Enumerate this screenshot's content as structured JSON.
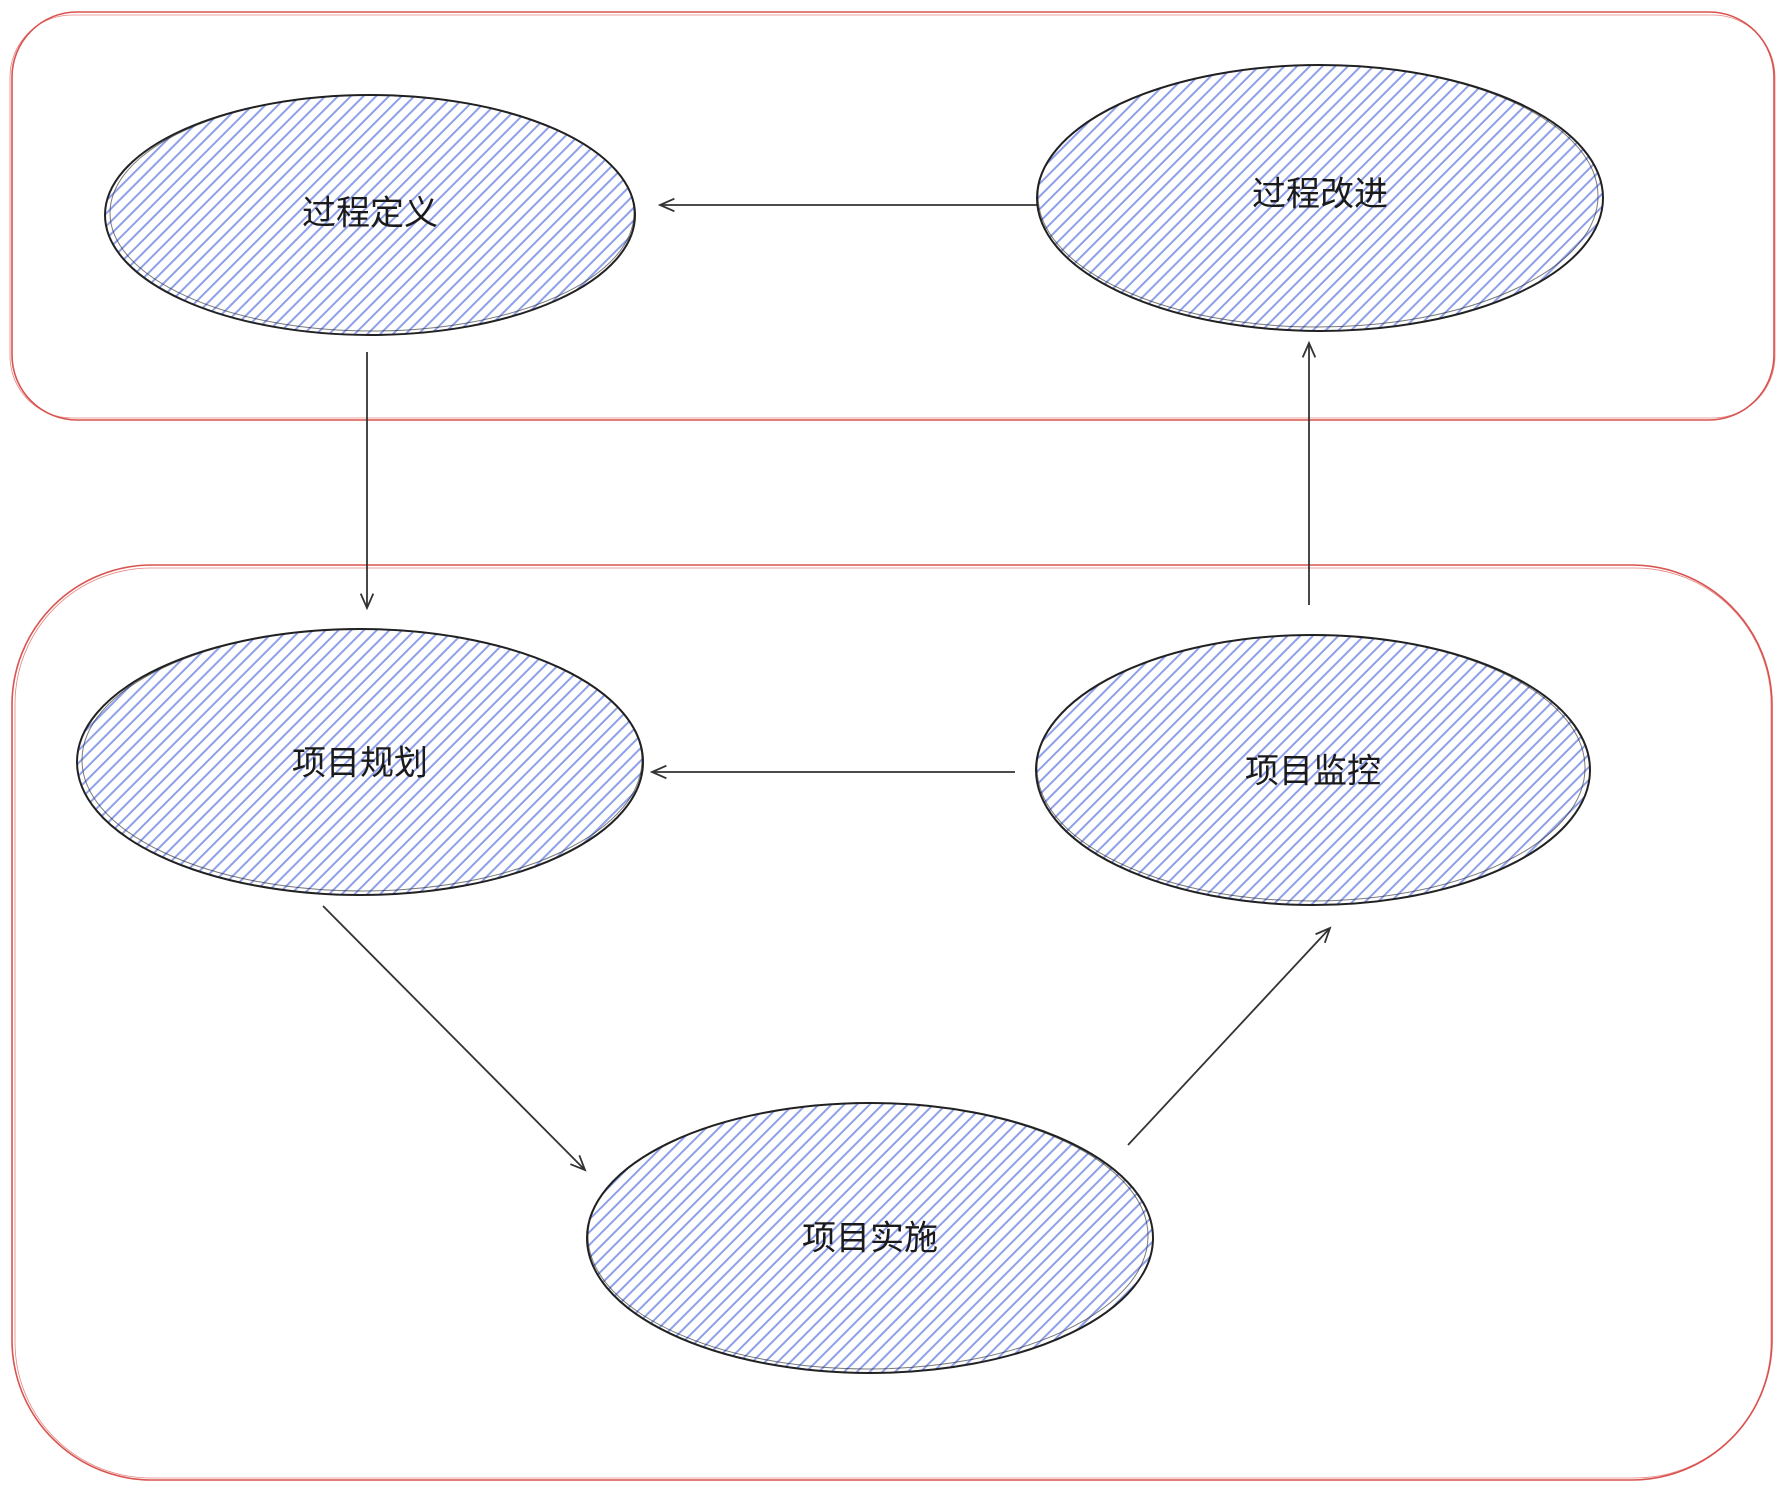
{
  "diagram": {
    "nodes": {
      "process_definition": "过程定义",
      "process_improvement": "过程改进",
      "project_planning": "项目规划",
      "project_monitoring": "项目监控",
      "project_execution": "项目实施"
    },
    "colors": {
      "group_border": "#d9534f",
      "node_fill": "#b8c4f0",
      "node_hatch": "#7f93e6",
      "node_stroke": "#222222",
      "arrow": "#333333"
    }
  }
}
